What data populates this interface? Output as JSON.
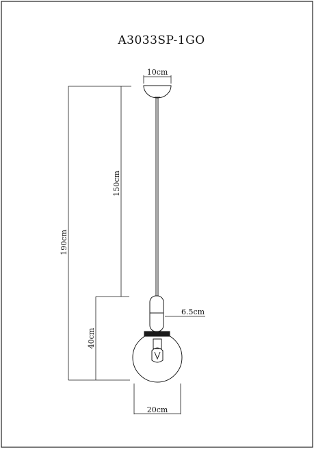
{
  "drawing": {
    "model": "A3033SP-1GO",
    "dims": {
      "canopy_width": "10cm",
      "cord_length": "150cm",
      "total_height": "190cm",
      "lamp_height": "40cm",
      "holder_width": "6.5cm",
      "globe_width": "20cm"
    }
  },
  "colors": {
    "line": "#1a1a1a",
    "border": "#222222",
    "fill": "#ffffff"
  }
}
